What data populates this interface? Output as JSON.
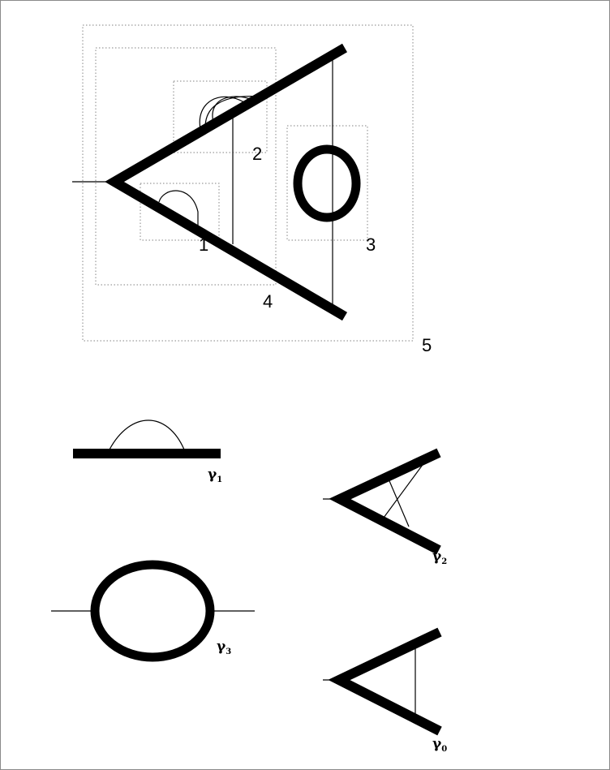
{
  "main_diagram": {
    "box_labels": [
      "1",
      "2",
      "3",
      "4",
      "5"
    ]
  },
  "subdiagrams": [
    {
      "symbol": "γ",
      "subscript": "1"
    },
    {
      "symbol": "γ",
      "subscript": "2"
    },
    {
      "symbol": "γ",
      "subscript": "3"
    },
    {
      "symbol": "γ",
      "subscript": "0"
    }
  ],
  "colors": {
    "line": "#000000",
    "box_outline": "#9a9a9a",
    "frame": "#8a8a8a"
  }
}
